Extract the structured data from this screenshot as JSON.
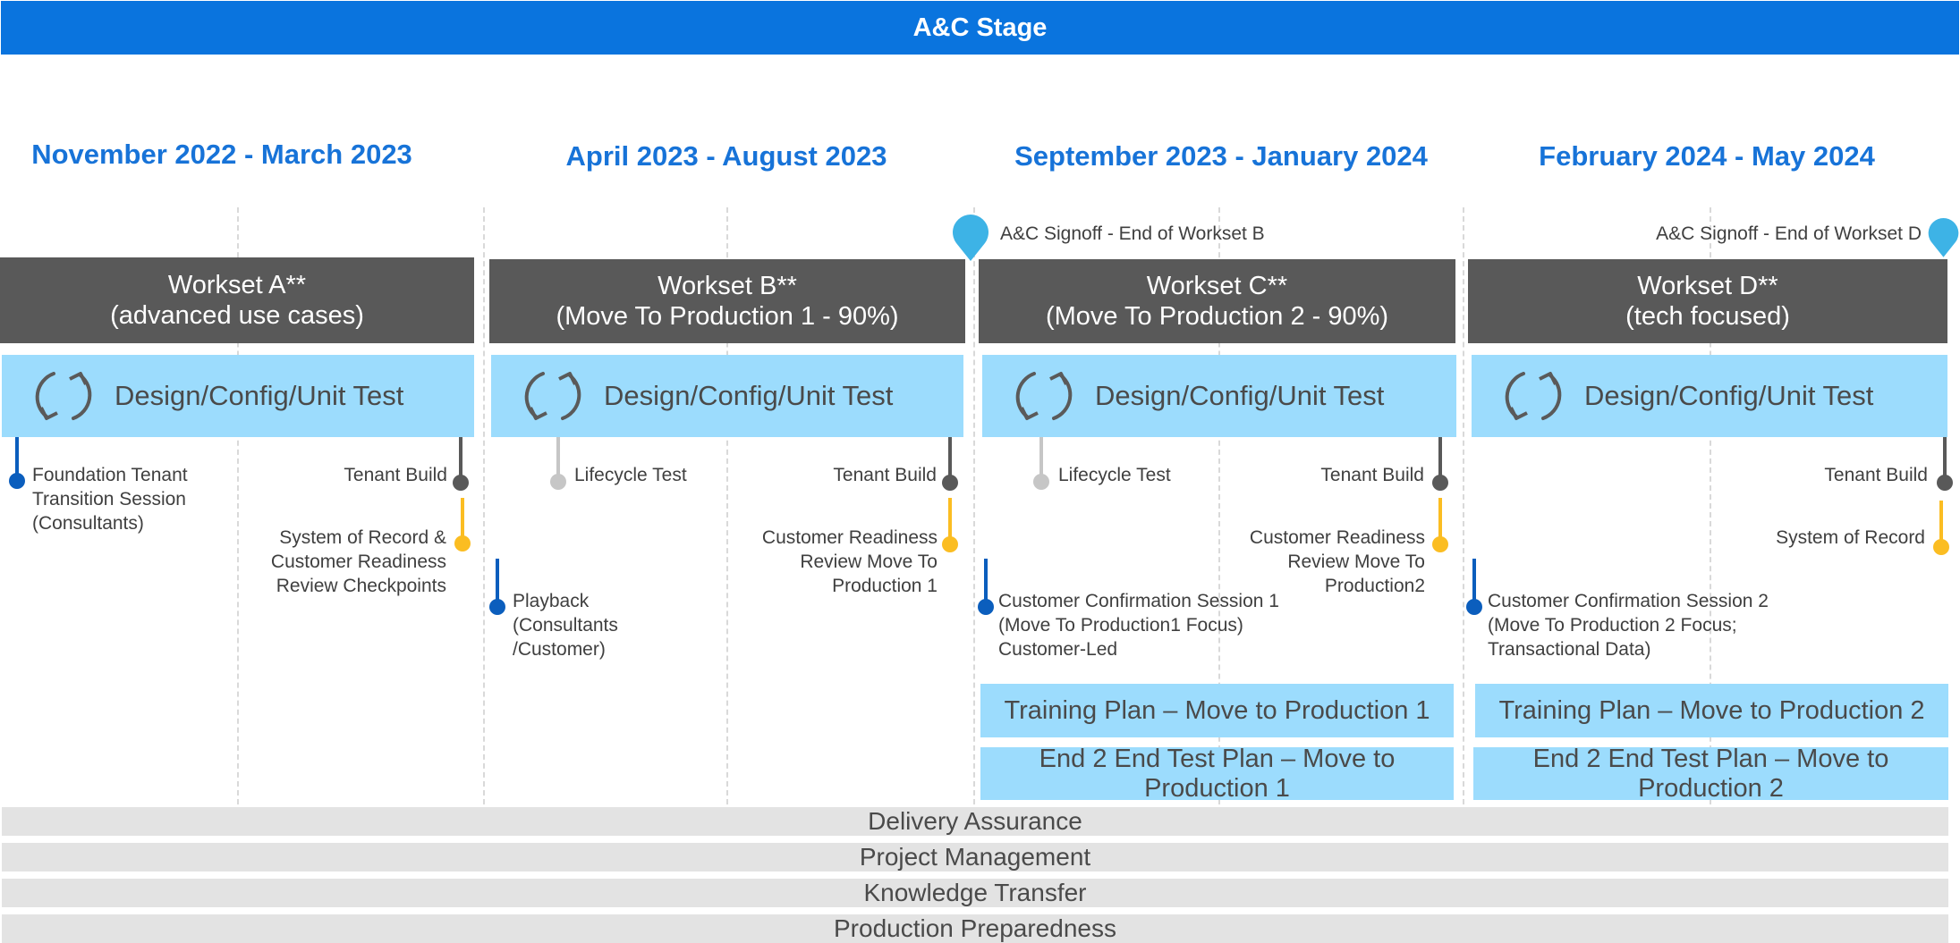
{
  "title": "A&C Stage",
  "periods": [
    "November 2022 - March 2023",
    "April 2023 - August 2023",
    "September 2023 - January 2024",
    "February 2024 - May 2024"
  ],
  "milestones": [
    {
      "label": "A&C Signoff - End of Workset B",
      "color": "#3db3e6"
    },
    {
      "label": "A&C Signoff - End of Workset D",
      "color": "#3db3e6"
    }
  ],
  "worksets": [
    {
      "name": "Workset A**",
      "subtitle": "(advanced use cases)"
    },
    {
      "name": "Workset B**",
      "subtitle": "(Move To Production 1 - 90%)"
    },
    {
      "name": "Workset C**",
      "subtitle": "(Move To Production 2 - 90%)"
    },
    {
      "name": "Workset D**",
      "subtitle": "(tech focused)"
    }
  ],
  "design_label": "Design/Config/Unit Test",
  "events": {
    "a_foundation": "Foundation Tenant\nTransition Session\n(Consultants)",
    "a_tenant_build": "Tenant Build",
    "a_system_record": "System of Record &\nCustomer Readiness\nReview Checkpoints",
    "b_playback": "Playback\n(Consultants\n/Customer)",
    "b_lifecycle": "Lifecycle Test",
    "b_tenant_build": "Tenant Build",
    "b_customer_readiness": "Customer Readiness\nReview Move To\nProduction 1",
    "c_lifecycle": "Lifecycle Test",
    "c_tenant_build": "Tenant Build",
    "c_customer_readiness": "Customer Readiness\nReview Move To\nProduction2",
    "c_confirmation": "Customer Confirmation Session 1\n(Move To Production1 Focus)\nCustomer-Led",
    "d_tenant_build": "Tenant Build",
    "d_system_record": "System of Record",
    "d_confirmation": "Customer Confirmation Session 2\n(Move To Production 2 Focus;\nTransactional Data)"
  },
  "plans": {
    "training_1": "Training Plan – Move to Production 1",
    "training_2": "Training Plan – Move to Production 2",
    "e2e_1": "End 2 End Test Plan – Move to\nProduction 1",
    "e2e_2": "End 2 End Test Plan – Move to\nProduction 2"
  },
  "bars": [
    "Delivery Assurance",
    "Project Management",
    "Knowledge Transfer",
    "Production Preparedness"
  ],
  "colors": {
    "banner": "#0a74de",
    "period_text": "#1773d8",
    "workset": "#595959",
    "design": "#9cdcfd",
    "dark_marker": "#595959",
    "yellow_marker": "#fbbd22",
    "blue_marker": "#0b5ebd",
    "grey_marker": "#c6c6c6",
    "band": "#e3e3e3"
  }
}
